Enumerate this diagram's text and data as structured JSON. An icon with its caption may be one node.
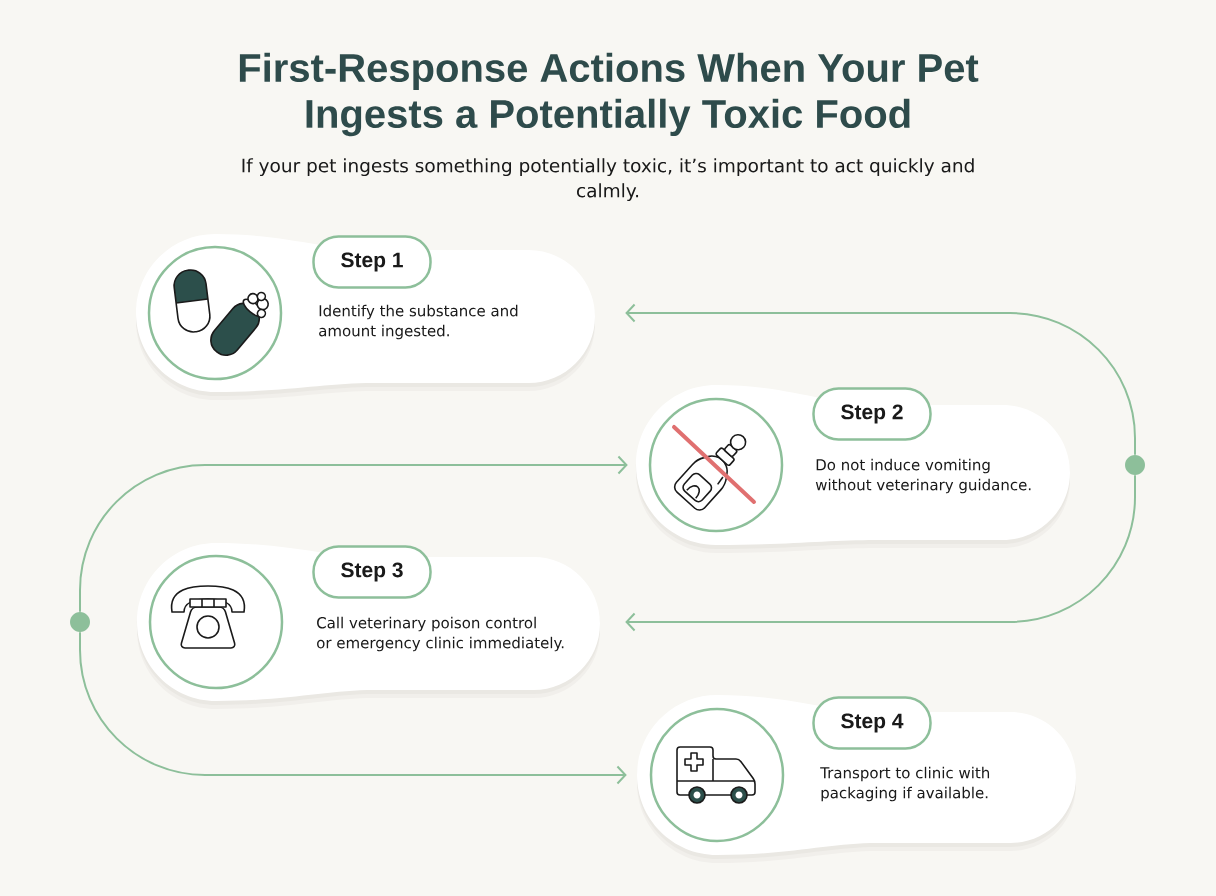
{
  "diagram": {
    "title": "First-Response Actions When Your Pet Ingests a Potentially Toxic Food",
    "nodes": [
      {
        "text": [
          "Identify the substance and amount ingested."
        ]
      },
      {
        "text": [
          "Step 1"
        ],
        "in": 0
      },
      {
        "text": [
          "Do not induce vomiting without veterinary guidance."
        ]
      },
      {
        "text": [
          "Step 2"
        ],
        "in": 2
      },
      {
        "text": [
          "Call veterinary poison control or emergency clinic immediately."
        ]
      },
      {
        "text": [
          "Step 3"
        ],
        "in": 4
      },
      {
        "text": [
          "Transport to clinic with packaging if available."
        ]
      },
      {
        "text": [
          "Step 4"
        ],
        "in": 6
      },
      {
        "text": [],
        "shape": "circle"
      },
      {
        "text": [],
        "shape": "circle"
      }
    ],
    "edges": [
      {
        "from": 8,
        "to": 0,
        "arrow": "to"
      },
      {
        "from": 8,
        "to": 4,
        "arrow": "to"
      },
      {
        "from": 9,
        "to": 2,
        "arrow": "to"
      },
      {
        "from": 9,
        "to": 6,
        "arrow": "to"
      }
    ],
    "labels": [
      "If your pet ingests something potentially toxic, it’s important to act quickly and calmly."
    ]
  }
}
